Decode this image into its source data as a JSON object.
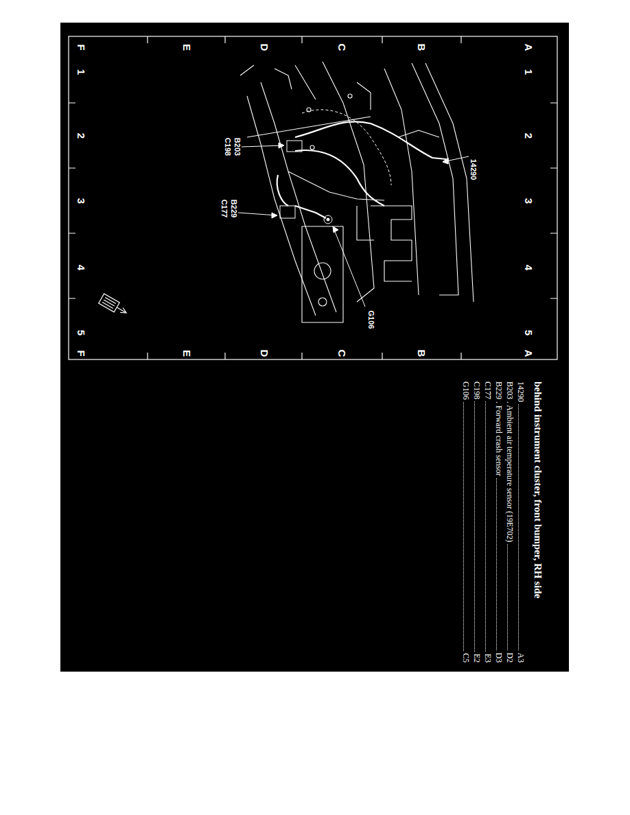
{
  "diagram": {
    "title": "behind instrument cluster, front bumper, RH side",
    "labels": [
      "A",
      "B",
      "C",
      "D",
      "E",
      "F",
      "A",
      "B",
      "C",
      "D",
      "E",
      "F",
      "1",
      "2",
      "3",
      "4",
      "5",
      "1",
      "2",
      "3",
      "4",
      "5",
      "14290",
      "B203",
      "C198",
      "B229",
      "C177",
      "G106",
      "14290",
      "A3",
      "B203 . Ambient air temperature sensor (19E702)",
      "D2",
      "B229 . Forward crash sensor",
      "D3",
      "C177",
      "E3",
      "C198",
      "E2",
      "G106",
      "C5"
    ]
  }
}
